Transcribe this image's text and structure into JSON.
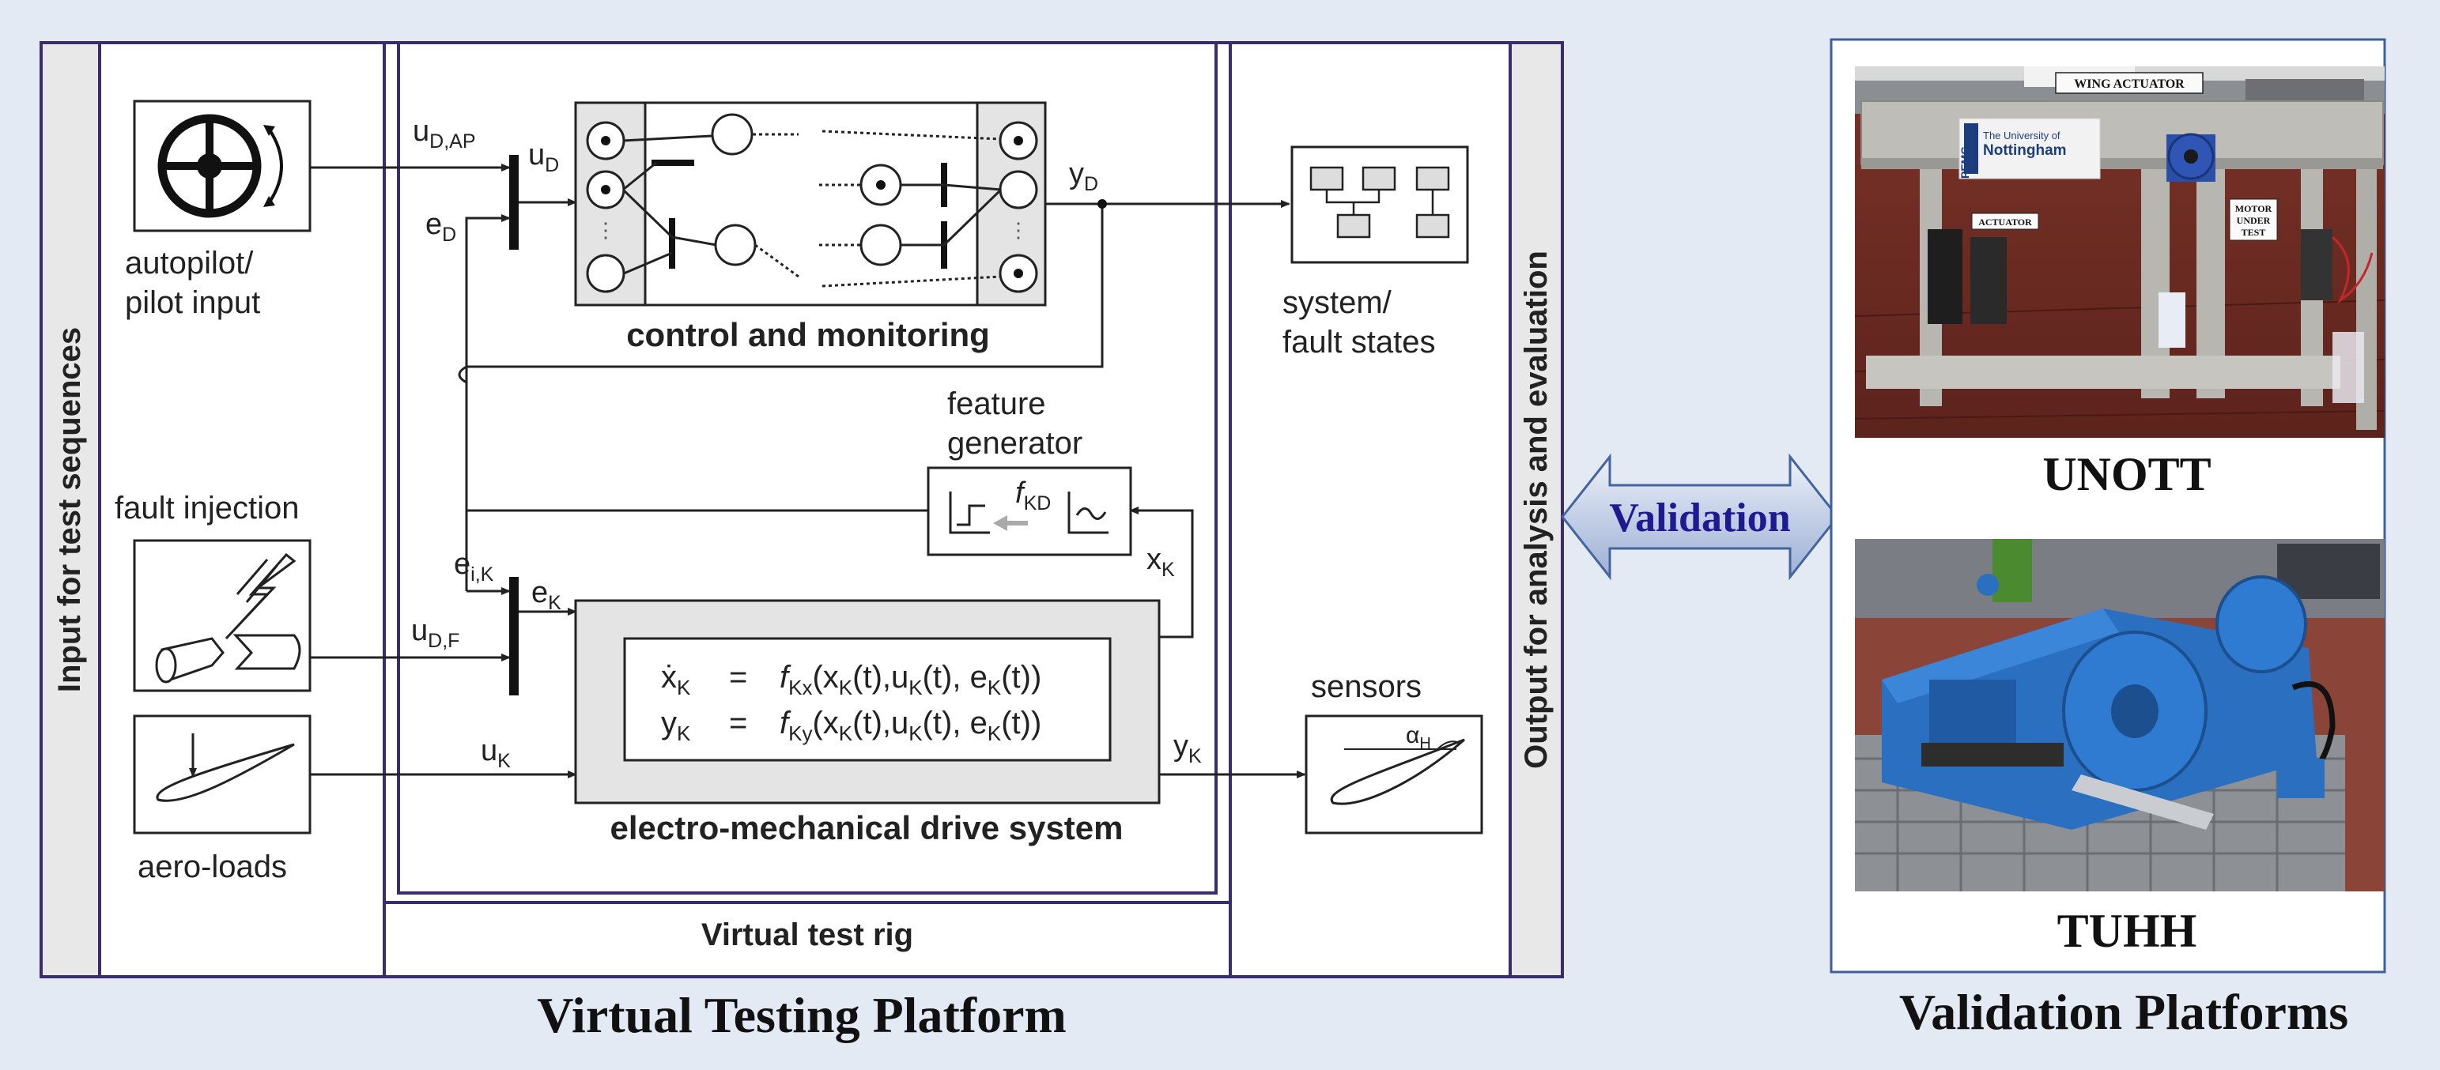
{
  "virtual_platform": {
    "caption": "Virtual Testing Platform",
    "input_label": "Input for test sequences",
    "output_label": "Output for analysis and evaluation",
    "virtual_rig_label": "Virtual test rig",
    "autopilot_label_1": "autopilot/",
    "autopilot_label_2": "pilot input",
    "fault_injection_label": "fault injection",
    "aero_loads_label": "aero-loads",
    "control_label": "control and monitoring",
    "system_states_1": "system/",
    "system_states_2": "fault states",
    "feature_gen_1": "feature",
    "feature_gen_2": "generator",
    "feature_f": "f",
    "feature_f_sub": "KD",
    "drive_label": "electro-mechanical drive system",
    "sensors_label": "sensors",
    "sensor_alpha": "α",
    "sensor_alpha_sub": "H",
    "equation_1": {
      "lhs": "ẋ",
      "lhs_sub": "K",
      "eq": "=",
      "f": "f",
      "f_sub": "Kx",
      "args": "(x",
      "a1": "K",
      "b": "(t),u",
      "a2": "K",
      "c": "(t), e",
      "a3": "K",
      "d": "(t))"
    },
    "equation_2": {
      "lhs": "y",
      "lhs_sub": "K",
      "eq": "=",
      "f": "f",
      "f_sub": "Ky",
      "args": "(x",
      "a1": "K",
      "b": "(t),u",
      "a2": "K",
      "c": "(t), e",
      "a3": "K",
      "d": "(t))"
    },
    "signals": {
      "u": "u",
      "e": "e",
      "y": "y",
      "x": "x",
      "u_DAP_sub": "D,AP",
      "u_D_sub": "D",
      "e_D_sub": "D",
      "y_D_sub": "D",
      "e_iK_sub": "i,K",
      "e_K_sub": "K",
      "u_DF_sub": "D,F",
      "u_K_sub": "K",
      "x_K_sub": "K",
      "y_K_sub": "K"
    }
  },
  "validation": {
    "arrow_label": "Validation",
    "caption": "Validation Platforms",
    "unott_label": "UNOTT",
    "tuhh_label": "TUHH",
    "photo1_sign_wing": "WING ACTUATOR",
    "photo1_sign_uni_1": "The University of",
    "photo1_sign_uni_2": "Nottingham",
    "photo1_sign_pemc": "PEMC",
    "photo1_sign_actuator": "ACTUATOR",
    "photo1_sign_motor_1": "MOTOR",
    "photo1_sign_motor_2": "UNDER",
    "photo1_sign_motor_3": "TEST"
  }
}
